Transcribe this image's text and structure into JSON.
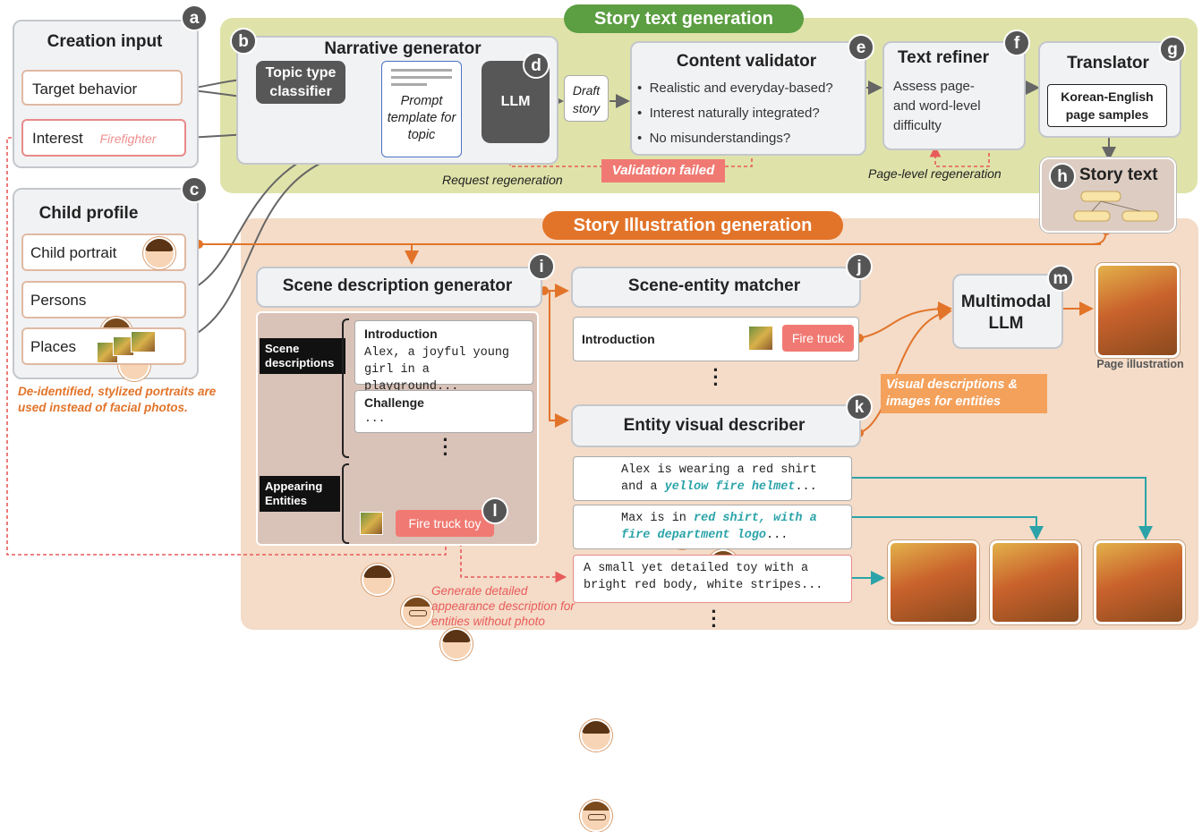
{
  "sections": {
    "story_text": "Story text generation",
    "story_illustration": "Story Illustration generation"
  },
  "badges": [
    "a",
    "b",
    "c",
    "d",
    "e",
    "f",
    "g",
    "h",
    "i",
    "j",
    "k",
    "l",
    "m"
  ],
  "creation_input": {
    "title": "Creation input",
    "target_behavior": "Target behavior",
    "interest_label": "Interest",
    "interest_value": "Firefighter"
  },
  "child_profile": {
    "title": "Child profile",
    "child_portrait": "Child portrait",
    "persons": "Persons",
    "places": "Places",
    "note": "De-identified, stylized portraits are used instead of facial photos."
  },
  "narrative_generator": {
    "title": "Narrative generator",
    "topic_classifier": "Topic type classifier",
    "prompt_template": "Prompt template for topic",
    "llm": "LLM",
    "draft_story": "Draft story",
    "request_regeneration": "Request regeneration"
  },
  "content_validator": {
    "title": "Content validator",
    "bullets": [
      "Realistic and everyday-based?",
      "Interest naturally integrated?",
      "No misunderstandings?"
    ],
    "validation_failed": "Validation failed"
  },
  "text_refiner": {
    "title": "Text refiner",
    "body": "Assess page- and word-level difficulty",
    "page_level_regeneration": "Page-level regeneration"
  },
  "translator": {
    "title": "Translator",
    "samples": "Korean-English page samples"
  },
  "story_text": {
    "title": "Story text"
  },
  "scene_description_generator": {
    "title": "Scene description generator",
    "scene_descriptions_label": "Scene descriptions",
    "intro_title": "Introduction",
    "intro_text": "Alex, a joyful young girl in a playground...",
    "challenge_title": "Challenge",
    "challenge_text": "...",
    "appearing_entities_label": "Appearing Entities",
    "fire_truck_toy": "Fire truck toy"
  },
  "scene_entity_matcher": {
    "title": "Scene-entity matcher",
    "row_label": "Introduction",
    "fire_truck": "Fire truck"
  },
  "entity_visual_describer": {
    "title": "Entity visual describer",
    "desc1_plain": "Alex is wearing a red shirt and a ",
    "desc1_em": "yellow fire helmet",
    "desc1_end": "...",
    "desc2_plain": "Max is in ",
    "desc2_em": "red shirt, with a fire department logo",
    "desc2_end": "...",
    "desc3": "A small yet detailed toy with a bright red body, white stripes..."
  },
  "visual_descriptions_note": "Visual descriptions & images for entities",
  "generate_detailed_note": "Generate detailed appearance description for entities without photo",
  "multimodal": {
    "title": "Multimodal LLM",
    "page_illustration": "Page illustration"
  },
  "colors": {
    "green": "#5c9e42",
    "orange": "#e2742a",
    "olive_bg": "#dfe3a9",
    "peach_bg": "#f4dcc8",
    "red_label": "#f07a73",
    "teal": "#2ba3a8"
  }
}
